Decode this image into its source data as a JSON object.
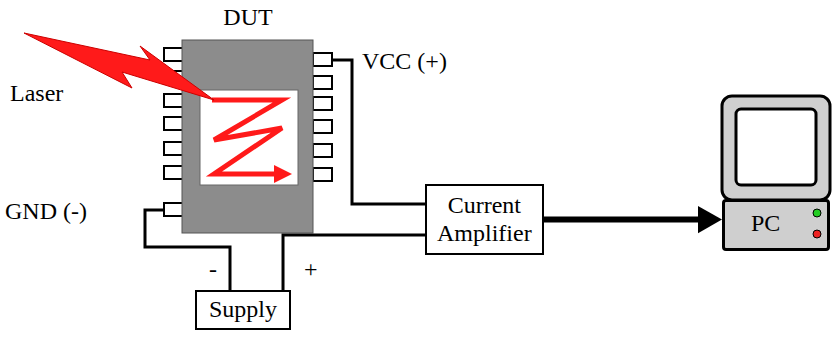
{
  "diagram": {
    "nodes": [
      {
        "text": [
          "DUT"
        ]
      },
      {
        "text": [
          "Current Amplifier"
        ]
      },
      {
        "text": [
          "PC"
        ]
      },
      {
        "text": [
          "Supply"
        ]
      }
    ],
    "edges": [
      {
        "from": 0,
        "to": 1,
        "arrow": "none"
      },
      {
        "from": 1,
        "to": 3,
        "arrow": "none"
      },
      {
        "from": 0,
        "to": 3,
        "arrow": "none"
      },
      {
        "from": 1,
        "to": 2,
        "arrow": "to"
      }
    ],
    "labels": [
      "Laser",
      "VCC (+)",
      "GND (-)",
      "-",
      "+"
    ]
  }
}
